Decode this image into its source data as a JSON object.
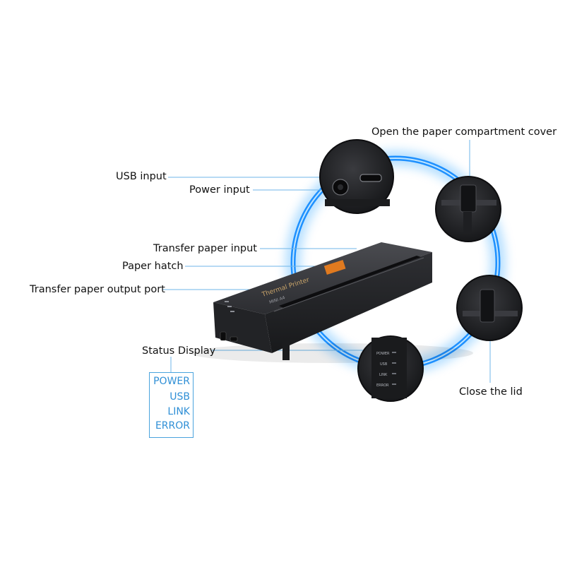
{
  "labels": {
    "open_cover": "Open the paper compartment cover",
    "usb_input": "USB input",
    "power_input": "Power input",
    "transfer_paper_input": "Transfer paper input",
    "paper_hatch": "Paper hatch",
    "transfer_paper_output": "Transfer paper output port",
    "status_display": "Status Display",
    "close_lid": "Close the lid"
  },
  "legend": {
    "items": [
      "POWER",
      "USB",
      "LINK",
      "ERROR"
    ]
  },
  "printer": {
    "brand_text": "Thermal Printer",
    "model_text": "MINI  A4",
    "panel_leds": [
      "POWER",
      "USB",
      "LINK",
      "ERROR"
    ]
  },
  "colors": {
    "ring": "#1e90ff",
    "ring_glow": "#8fd0ff",
    "legend_text": "#2f8fd6",
    "printer_body": "#2a2b2e",
    "accent_orange": "#e07a1f"
  }
}
